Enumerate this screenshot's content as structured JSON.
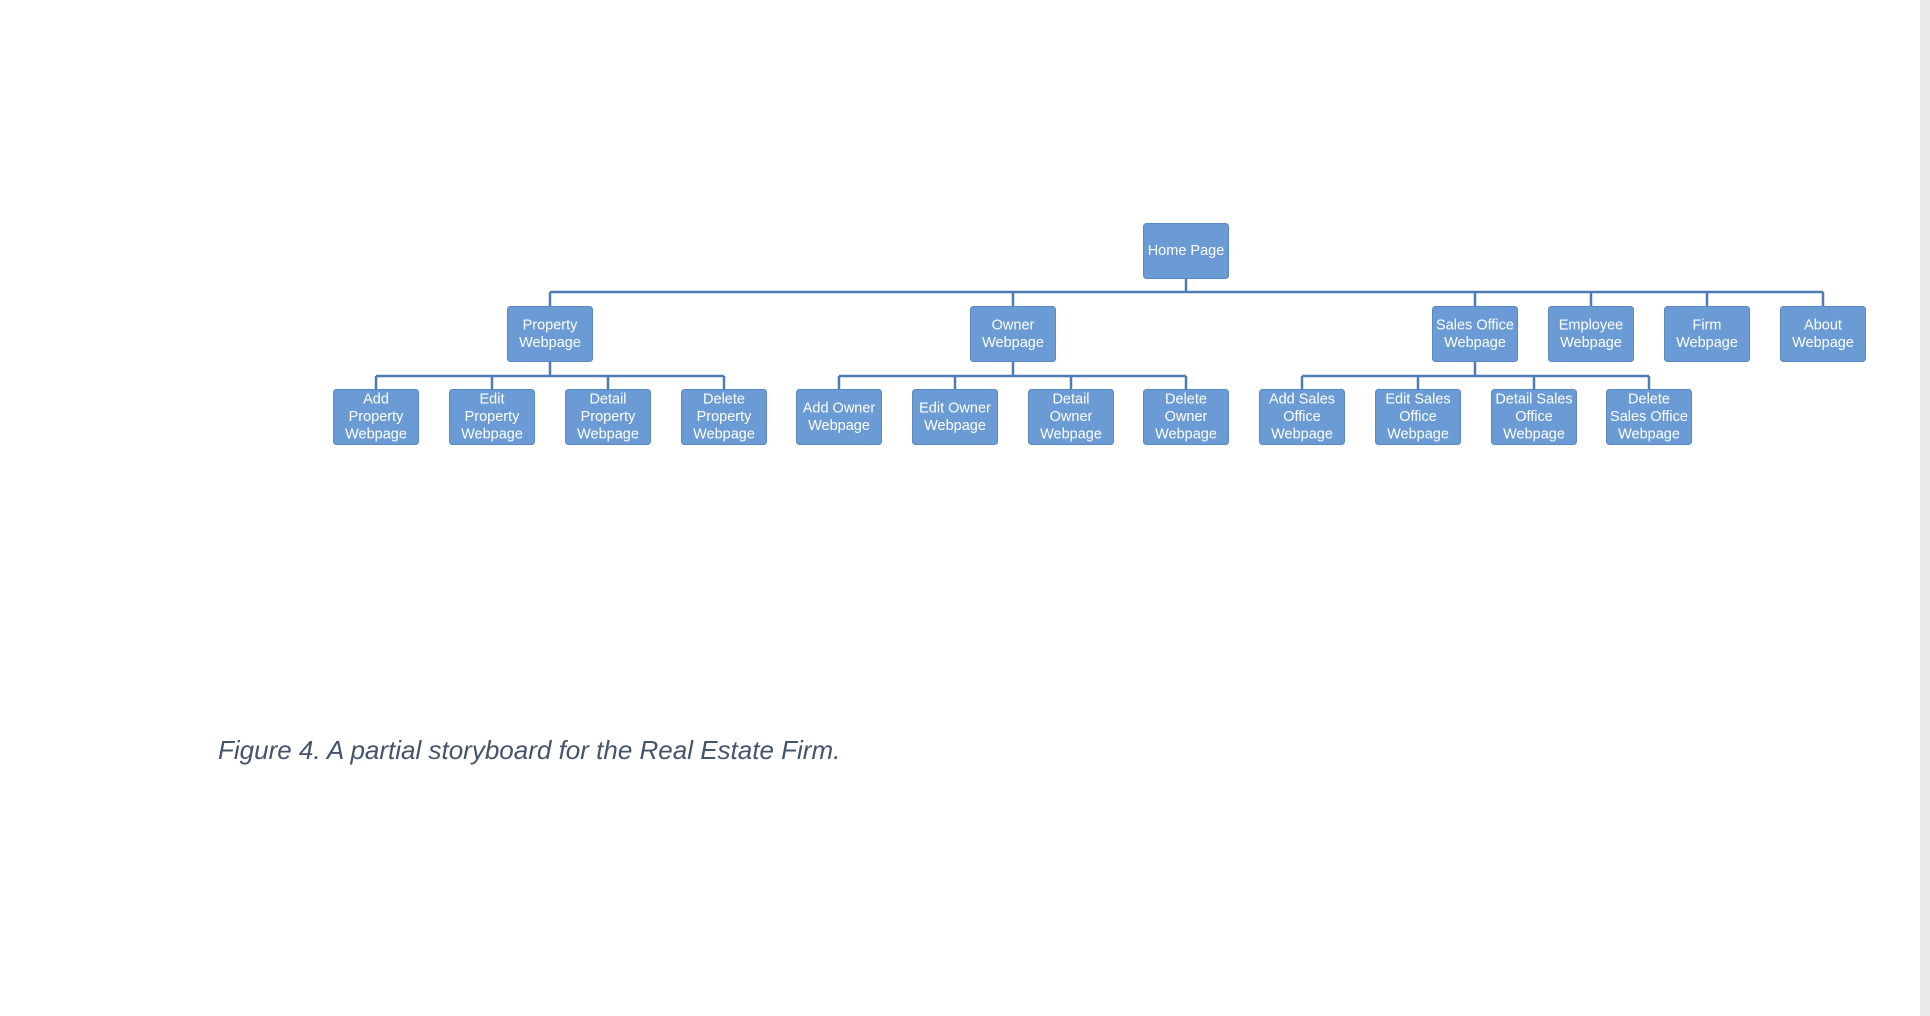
{
  "diagram": {
    "nodes": [
      {
        "id": "home",
        "parent": null,
        "lines": [
          "Home Page"
        ]
      },
      {
        "id": "property",
        "parent": "home",
        "lines": [
          "Property",
          "Webpage"
        ]
      },
      {
        "id": "owner",
        "parent": "home",
        "lines": [
          "Owner",
          "Webpage"
        ]
      },
      {
        "id": "sales-office",
        "parent": "home",
        "lines": [
          "Sales Office",
          "Webpage"
        ]
      },
      {
        "id": "employee",
        "parent": "home",
        "lines": [
          "Employee",
          "Webpage"
        ]
      },
      {
        "id": "firm",
        "parent": "home",
        "lines": [
          "Firm",
          "Webpage"
        ]
      },
      {
        "id": "about",
        "parent": "home",
        "lines": [
          "About",
          "Webpage"
        ]
      },
      {
        "id": "add-property",
        "parent": "property",
        "lines": [
          "Add",
          "Property",
          "Webpage"
        ]
      },
      {
        "id": "edit-property",
        "parent": "property",
        "lines": [
          "Edit",
          "Property",
          "Webpage"
        ]
      },
      {
        "id": "detail-property",
        "parent": "property",
        "lines": [
          "Detail",
          "Property",
          "Webpage"
        ]
      },
      {
        "id": "delete-property",
        "parent": "property",
        "lines": [
          "Delete",
          "Property",
          "Webpage"
        ]
      },
      {
        "id": "add-owner",
        "parent": "owner",
        "lines": [
          "Add Owner",
          "Webpage"
        ]
      },
      {
        "id": "edit-owner",
        "parent": "owner",
        "lines": [
          "Edit Owner",
          "Webpage"
        ]
      },
      {
        "id": "detail-owner",
        "parent": "owner",
        "lines": [
          "Detail",
          "Owner",
          "Webpage"
        ]
      },
      {
        "id": "delete-owner",
        "parent": "owner",
        "lines": [
          "Delete",
          "Owner",
          "Webpage"
        ]
      },
      {
        "id": "add-sales-office",
        "parent": "sales-office",
        "lines": [
          "Add Sales",
          "Office",
          "Webpage"
        ]
      },
      {
        "id": "edit-sales-office",
        "parent": "sales-office",
        "lines": [
          "Edit Sales",
          "Office",
          "Webpage"
        ]
      },
      {
        "id": "detail-sales-office",
        "parent": "sales-office",
        "lines": [
          "Detail Sales",
          "Office",
          "Webpage"
        ]
      },
      {
        "id": "delete-sales-office",
        "parent": "sales-office",
        "lines": [
          "Delete",
          "Sales Office",
          "Webpage"
        ]
      }
    ]
  },
  "caption": "Figure 4. A partial storyboard for the Real Estate Firm.",
  "colors": {
    "node_fill": "#6b9bd4",
    "connector": "#4f7bb4",
    "caption_text": "#44546a"
  }
}
